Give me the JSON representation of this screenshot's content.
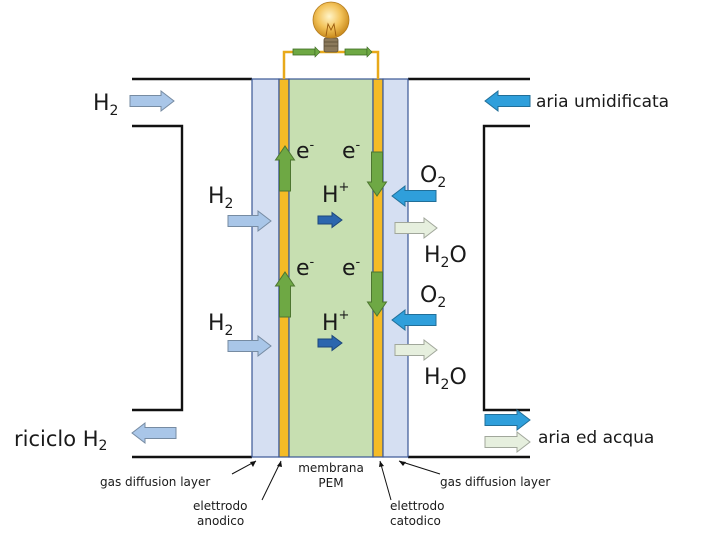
{
  "colors": {
    "membrane": "#c7dfb1",
    "gdl": "#d5dff2",
    "electrode": "#f5bb26",
    "edge": "#3a5795",
    "h2_arrow": "#a9c6e8",
    "o2_arrow": "#2f9fdb",
    "h2o_arrow": "#e6efde",
    "hplus_arrow": "#2b66ae",
    "electron_arrow": "#6ea844",
    "wire": "#e8a91a"
  },
  "inlet_left": {
    "species": "H",
    "subscript": "2"
  },
  "outlet_left": {
    "text": "riciclo H",
    "subscript": "2"
  },
  "inlet_right": {
    "text": "aria umidificata"
  },
  "outlet_right": {
    "text": "aria ed acqua"
  },
  "anode_side": {
    "rows": [
      {
        "species": "H",
        "subscript": "2"
      },
      {
        "species": "H",
        "subscript": "2"
      }
    ]
  },
  "membrane_labels": {
    "rows": [
      {
        "electron_left": "e",
        "electron_right": "e",
        "charge": "-",
        "proton": "H",
        "proton_charge": "+"
      },
      {
        "electron_left": "e",
        "electron_right": "e",
        "charge": "-",
        "proton": "H",
        "proton_charge": "+"
      }
    ]
  },
  "cathode_side": {
    "rows": [
      {
        "o2": "O",
        "o2_sub": "2",
        "h2o_pre": "H",
        "h2o_sub": "2",
        "h2o_post": "O"
      },
      {
        "o2": "O",
        "o2_sub": "2",
        "h2o_pre": "H",
        "h2o_sub": "2",
        "h2o_post": "O"
      }
    ]
  },
  "callouts": {
    "gdl_left": "gas diffusion layer",
    "anode_line1": "elettrodo",
    "anode_line2": "anodico",
    "membrane_line1": "membrana",
    "membrane_line2": "PEM",
    "cathode_line1": "elettrodo",
    "cathode_line2": "catodico",
    "gdl_right": "gas diffusion layer"
  },
  "icons": {
    "lamp": "lightbulb-icon",
    "resistor": "resistor-icon"
  }
}
